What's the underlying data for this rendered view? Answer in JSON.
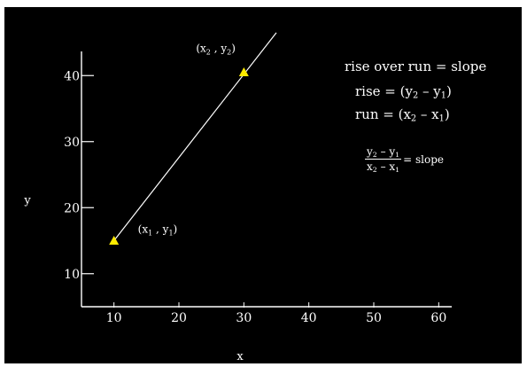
{
  "chart_data": {
    "type": "line",
    "xlabel": "x",
    "ylabel": "y",
    "xlim": [
      5,
      62
    ],
    "ylim": [
      5,
      45
    ],
    "xticks": [
      10,
      20,
      30,
      40,
      50,
      60
    ],
    "yticks": [
      10,
      20,
      30,
      40
    ],
    "grid": false,
    "series": [
      {
        "type": "line",
        "x": [
          10,
          35
        ],
        "y": [
          15,
          46.5
        ],
        "color": "#ffffff"
      },
      {
        "type": "scatter",
        "marker": "triangle",
        "color": "#ffeb00",
        "x": [
          10,
          30
        ],
        "y": [
          15,
          40.5
        ]
      }
    ],
    "annotations": [
      {
        "x": 10,
        "y": 15,
        "base": "(x",
        "sub": "1",
        "mid": " , y",
        "sub2": "1",
        "tail": ")"
      },
      {
        "x": 30,
        "y": 40.5,
        "base": "(x",
        "sub": "2",
        "mid": " , y",
        "sub2": "2",
        "tail": ")"
      }
    ]
  },
  "text_panel": {
    "title": "rise over run = slope",
    "rise": {
      "lhs": "rise = (y",
      "s1": "2",
      "mid": " – y",
      "s2": "1",
      "end": ")"
    },
    "run": {
      "lhs": "run = (x",
      "s1": "2",
      "mid": " – x",
      "s2": "1",
      "end": ")"
    },
    "fraction": {
      "num_a": "y",
      "num_a_sub": "2",
      "num_op": " – y",
      "num_b_sub": "1",
      "den_a": "x",
      "den_a_sub": "2",
      "den_op": " – x",
      "den_b_sub": "1",
      "rhs": "= slope"
    }
  },
  "colors": {
    "background": "#000000",
    "axis": "#ffffff",
    "marker": "#ffeb00"
  }
}
